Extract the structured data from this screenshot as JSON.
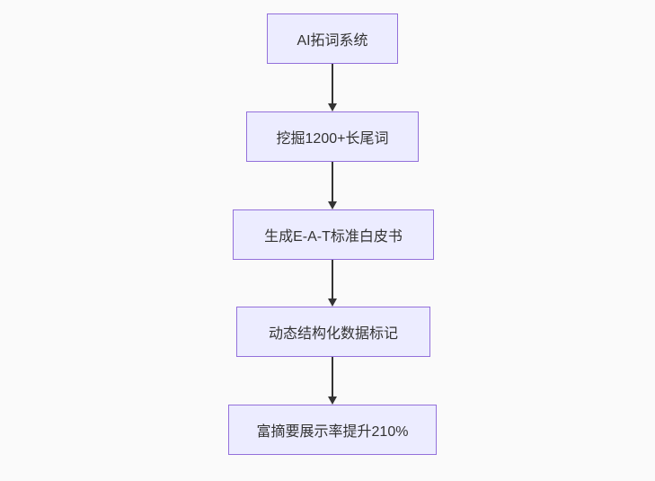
{
  "diagram": {
    "type": "flowchart",
    "direction": "top-down",
    "nodes": [
      {
        "label": "AI拓词系统"
      },
      {
        "label": "挖掘1200+长尾词"
      },
      {
        "label": "生成E-A-T标准白皮书"
      },
      {
        "label": "动态结构化数据标记"
      },
      {
        "label": "富摘要展示率提升210%"
      }
    ],
    "edges": [
      {
        "from": 0,
        "to": 1
      },
      {
        "from": 1,
        "to": 2
      },
      {
        "from": 2,
        "to": 3
      },
      {
        "from": 3,
        "to": 4
      }
    ]
  },
  "theme": {
    "background": "#fafafa",
    "node_fill": "#ececff",
    "node_border": "#9370db",
    "node_text": "#333333",
    "arrow_color": "#333333"
  }
}
